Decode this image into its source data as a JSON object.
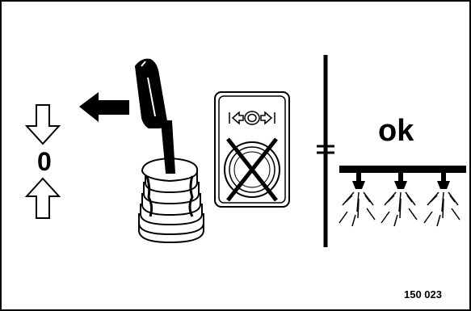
{
  "figure": {
    "code": "150 023",
    "neutral_label": "0",
    "ok_label": "ok"
  },
  "icons": {
    "direction": "left-arrow-icon",
    "neutral": "updown-arrows-icon",
    "lever": "joystick-lever-icon",
    "gauge": "spray-gauge-icon",
    "separator": "double-bar-separator-icon",
    "boom": "spray-boom-icon"
  },
  "colors": {
    "ink": "#000000",
    "paper": "#ffffff"
  }
}
